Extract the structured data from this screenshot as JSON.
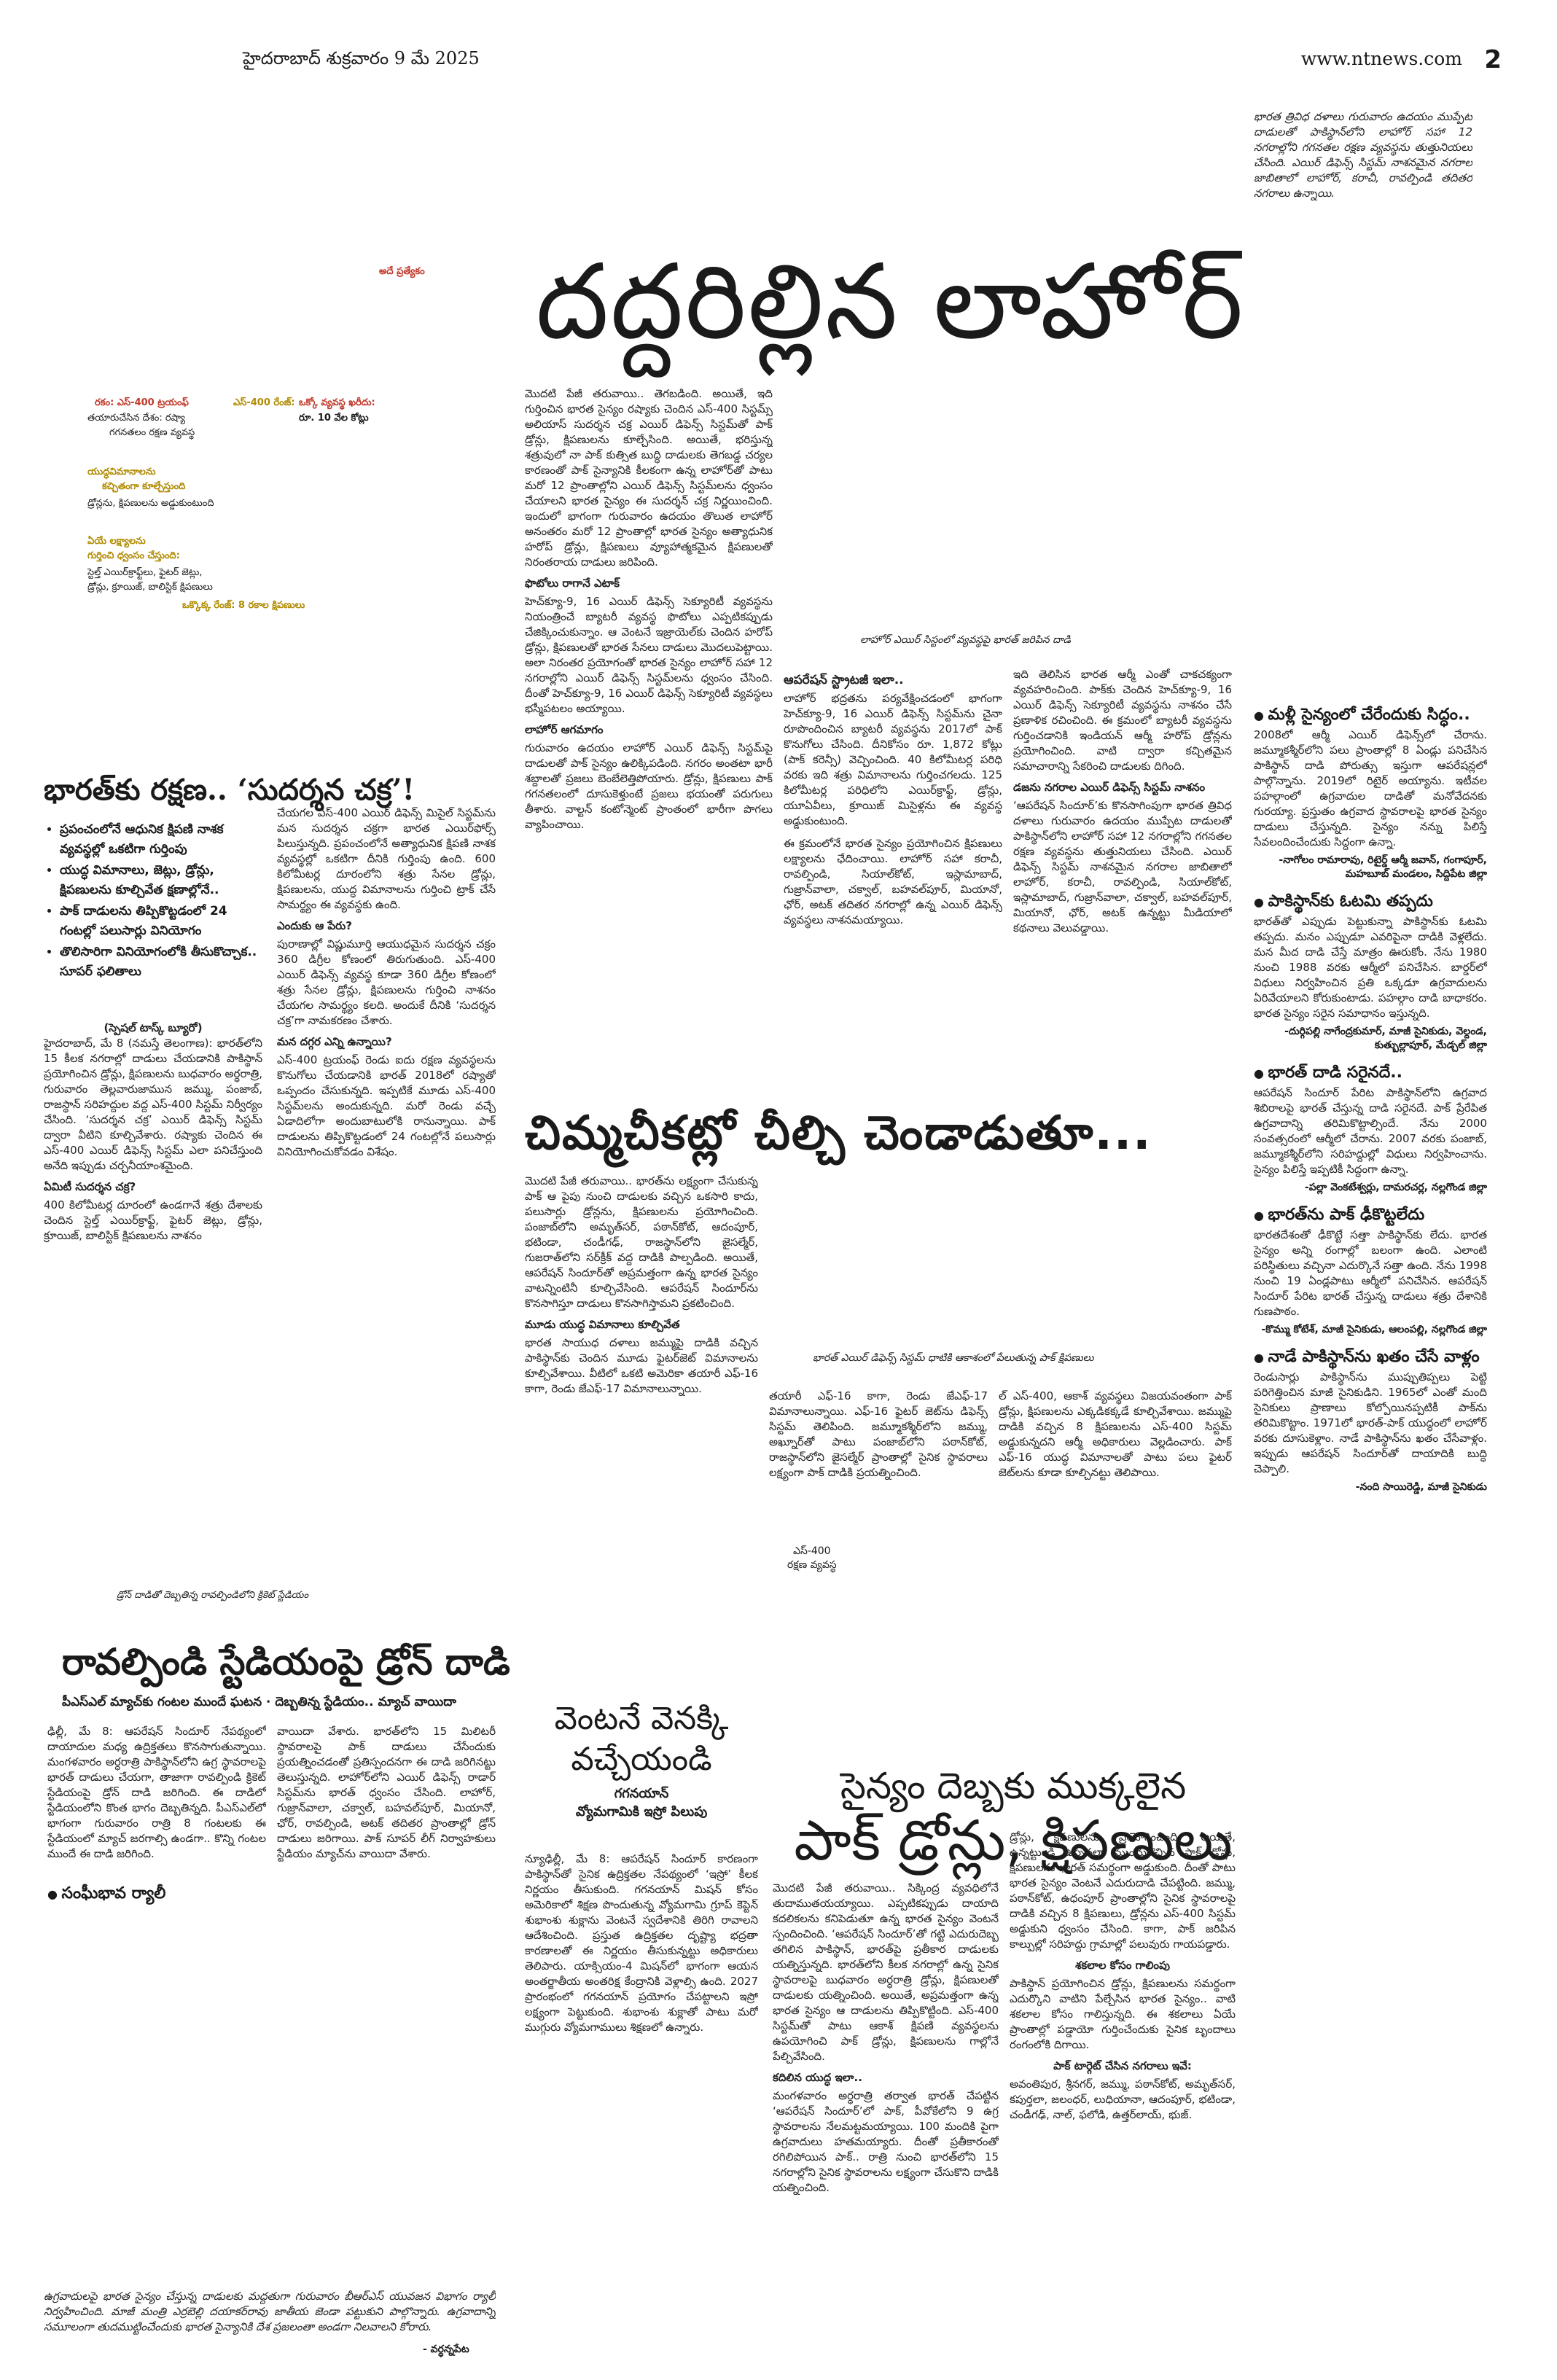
{
  "masthead": {
    "date_line": "హైదరాబాద్ శుక్రవారం 9 మే 2025",
    "website": "www.ntnews.com",
    "page_number": "2"
  },
  "top_right_summary": "భారత త్రివిధ దళాలు గురువారం ఉదయం ముప్పేట దాడులతో పాకిస్థాన్‌లోని లాహోర్ సహా 12 నగరాల్లోని గగనతల రక్షణ వ్యవస్థను తుత్తునియలు చేసింది. ఎయిర్ డిఫెన్స్ సిస్టమ్ నాశనమైన నగరాల జాబితాలో లాహోర్, కరాచీ, రావల్పిండి తదితర నగరాలు ఉన్నాయి.",
  "main_story": {
    "kicker": "అదే ప్రత్యేకం",
    "headline": "దద్దరిల్లిన లాహోర్",
    "photo_caption": "లాహోర్ ఎయిర్ సిస్టంలో వ్యవస్థపై భారత్ జరిపిన దాడి",
    "infobox": {
      "label1": "రకం: ఎస్‌-400 ట్రయంఫ్",
      "line1": "తయారుచేసిన దేశం: రష్యా",
      "line2": "గగనతలం రక్షణ వ్యవస్థ",
      "label2": "ఎస్‌-400 రేంజ్:",
      "label3": "ఒక్కో వ్యవస్థ ఖరీదు:",
      "value3": "రూ. 10 వేల కోట్లు",
      "label4": "యుద్ధవిమానాలను",
      "line4": "కచ్చితంగా కూల్చేస్తుంది",
      "line5": "డ్రోన్లను, క్షిపణులను అడ్డుకుంటుంది",
      "label6": "ఏయే లక్ష్యాలను",
      "label7": "గుర్తించి ధ్వంసం చేస్తుంది:",
      "line6": "స్టెల్త్ ఎయిర్‌క్రాఫ్ట్‌లు, ఫైటర్ జెట్లు,",
      "line7": "డ్రోన్లు, క్రూయిజ్, బాలిస్టిక్ క్షిపణులు",
      "label8": "ఒక్కొక్క రేంజ్: 8 రకాల క్షిపణులు"
    },
    "col1": "మొదటి పేజీ తరువాయి.. తెగబడింది. అయితే, ఇది గుర్తించిన భారత సైన్యం రష్యాకు చెందిన ఎస్‌-400 సిస్టమ్స్ అలియాస్ సుదర్శన చక్ర ఎయిర్ డిఫెన్స్ సిస్టమ్‌తో పాక్ డ్రోన్లు, క్షిపణులను కూల్చేసింది. అయితే, భరిస్తున్న శత్రువులో నా పాక్ కుత్సిత బుద్ధి దాడులకు తెగబడ్డ చర్యల కారణంతో పాక్ సైన్యానికి కీలకంగా ఉన్న లాహోర్‌తో పాటు మరో 12 ప్రాంతాల్లోని ఎయిర్ డిఫెన్స్ సిస్టమ్‌లను ధ్వంసం చేయాలని భారత సైన్యం ఈ సుదర్శన్ చక్ర నిర్ణయించింది. ఇందులో భాగంగా గురువారం ఉదయం తొలుత లాహోర్ అనంతరం మరో 12 ప్రాంతాల్లో భారత సైన్యం అత్యాధునిక హరోప్ డ్రోన్లు, క్షిపణులు వ్యూహాత్మకమైన క్షిపణులతో నిరంతరాయ దాడులు జరిపింది.",
    "col1_sub": "ఫొటోలు రాగానే ఎటాక్",
    "col1b": "హెచ్‌క్యూ-9, 16 ఎయిర్ డిఫెన్స్ సెక్యూరిటీ వ్యవస్థను నియంత్రించే బ్యాటరీ వ్యవస్థ ఫొటోలు ఎప్పటికప్పుడు చేజిక్కించుకున్నాం. ఆ వెంటనే ఇజ్రాయెల్‌కు చెందిన హరోప్ డ్రోన్లు, క్షిపణులతో భారత సేనలు దాడులు మొదలుపెట్టాయి. అలా నిరంతర ప్రయోగంతో భారత సైన్యం లాహోర్ సహా 12 నగరాల్లోని ఎయిర్ డిఫెన్స్ సిస్టమ్‌లను ధ్వంసం చేసింది. దీంతో హెచ్‌క్యూ-9, 16 ఎయిర్ డిఫెన్స్ సెక్యూరిటీ వ్యవస్థలు భస్మీపటలం అయ్యాయి.",
    "col1_sub2": "లాహోర్ ఆగమాగం",
    "col1c": "గురువారం ఉదయం లాహోర్ ఎయిర్ డిఫెన్స్ సిస్టమ్‌పై దాడులతో పాక్ సైన్యం ఉలిక్కిపడింది. నగరం అంతటా భారీ శబ్దాలతో ప్రజలు బెంబేలెత్తిపోయారు. డ్రోన్లు, క్షిపణులు పాక్ గగనతలంలో దూసుకెళ్తుంటే ప్రజలు భయంతో పరుగులు తీశారు. వాల్టన్ కంటోన్మెంట్ ప్రాంతంలో భారీగా పొగలు వ్యాపించాయి.",
    "col2_head": "ఆపరేషన్ స్ట్రాటజీ ఇలా..",
    "col2": "లాహోర్ భద్రతను పర్యవేక్షించడంలో భాగంగా హెచ్‌క్యూ-9, 16 ఎయిర్ డిఫెన్స్ సిస్టమ్‌ను చైనా రూపొందించిన బ్యాటరీ వ్యవస్థను 2017లో పాక్ కొనుగోలు చేసింది. దీనికోసం రూ. 1,872 కోట్లు (పాక్ కరెన్సీ) వెచ్చించింది. 40 కిలోమీటర్ల పరిధి వరకు ఇది శత్రు విమానాలను గుర్తించగలదు. 125 కిలోమీటర్ల పరిధిలోని ఎయిర్‌క్రాఫ్ట్, డ్రోన్లు, యూఏవీలు, క్రూయిజ్ మిసైళ్లను ఈ వ్యవస్థ అడ్డుకుంటుంది.",
    "col2b": "ఇది తెలిసిన భారత ఆర్మీ ఎంతో చాకచక్యంగా వ్యవహరించింది. పాక్‌కు చెందిన హెచ్‌క్యూ-9, 16 ఎయిర్ డిఫెన్స్ సెక్యూరిటీ వ్యవస్థను నాశనం చేసే ప్రణాళిక రచించింది. ఈ క్రమంలో బ్యాటరీ వ్యవస్థను గుర్తించడానికి ఇండియన్ ఆర్మీ హరోప్ డ్రోన్లను ప్రయోగించింది. వాటి ద్వారా కచ్చితమైన సమాచారాన్ని సేకరించి దాడులకు దిగింది.",
    "col2c": "ఈ క్రమంలోనే భారత సైన్యం ప్రయోగించిన క్షిపణులు లక్ష్యాలను ఛేదించాయి. లాహోర్ సహా కరాచీ, రావల్పిండి, సియాల్‌కోట్, ఇస్లామాబాద్, గుజ్రాన్‌వాలా, చక్వాల్, బహవల్‌పూర్, మియానో, ఛోర్, అటక్ తదితర నగరాల్లో ఉన్న ఎయిర్ డిఫెన్స్ వ్యవస్థలు నాశనమయ్యాయి.",
    "col2_sub": "డజను నగరాల ఎయిర్ డిఫెన్స్ సిస్టమ్ నాశనం",
    "col2d": "‘ఆపరేషన్ సిందూర్’కు కొనసాగింపుగా భారత త్రివిధ దళాలు గురువారం ఉదయం ముప్పేట దాడులతో పాకిస్థాన్‌లోని లాహోర్ సహా 12 నగరాల్లోని గగనతల రక్షణ వ్యవస్థను తుత్తునియలు చేసింది. ఎయిర్ డిఫెన్స్ సిస్టమ్ నాశనమైన నగరాల జాబితాలో లాహోర్, కరాచీ, రావల్పిండి, సియాల్‌కోట్, ఇస్లామాబాద్, గుజ్రాన్‌వాలా, చక్వాల్, బహవల్‌పూర్, మియానో, ఛోర్, అటక్ ఉన్నట్టు మీడియాలో కథనాలు వెలువడ్డాయి."
  },
  "sudarshan": {
    "headline": "భారత్‌కు రక్షణ.. ‘సుదర్శన చక్ర’!",
    "bullets": [
      "ప్రపంచంలోనే ఆధునిక క్షిపణి నాశక వ్యవస్థల్లో ఒకటిగా గుర్తింపు",
      "యుద్ధ విమానాలు, జెట్లు, డ్రోన్లు, క్షిపణులను కూల్చివేత క్షణాల్లోనే..",
      "పాక్ దాడులను తిప్పికొట్టడంలో 24 గంటల్లో పలుసార్లు వినియోగం",
      "తొలిసారిగా వినియోగంలోకి తీసుకొచ్చాక.. సూపర్ ఫలితాలు"
    ],
    "byline": "(స్పెషల్ టాస్క్ బ్యూరో)",
    "body1": "హైదరాబాద్, మే 8 (నమస్తే తెలంగాణ): భారత్‌లోని 15 కీలక నగరాల్లో దాడులు చేయడానికి పాకిస్థాన్ ప్రయోగించిన డ్రోన్లు, క్షిపణులను బుధవారం అర్ధరాత్రి, గురువారం తెల్లవారుజామున జమ్ము, పంజాబ్, రాజస్థాన్ సరిహద్దుల వద్ద ఎస్-400 సిస్టమ్ నిర్వీర్యం చేసింది. ‘సుదర్శన చక్ర’ ఎయిర్ డిఫెన్స్ సిస్టమ్ ద్వారా వీటిని కూల్చివేశారు. రష్యాకు చెందిన ఈ ఎస్-400 ఎయిర్ డిఫెన్స్ సిస్టమ్ ఎలా పనిచేస్తుంది అనేది ఇప్పుడు చర్చనీయాంశమైంది.",
    "sub1": "ఏమిటీ సుదర్శన చక్ర?",
    "body2": "400 కిలోమీటర్ల దూరంలో ఉండగానే శత్రు దేశాలకు చెందిన స్టెల్త్ ఎయిర్‌క్రాఫ్ట్, ఫైటర్ జెట్లు, డ్రోన్లు, క్రూయిజ్, బాలిస్టిక్ క్షిపణులను నాశనం",
    "body3": "చేయగల ఎస్-400 ఎయిర్ డిఫెన్స్ మిసైల్ సిస్టమ్‌ను మన సుదర్శన చక్రగా భారత ఎయిర్‌ఫోర్స్ పిలుస్తున్నది. ప్రపంచంలోనే అత్యాధునిక క్షిపణి నాశక వ్యవస్థల్లో ఒకటిగా దీనికి గుర్తింపు ఉంది. 600 కిలోమీటర్ల దూరంలోని శత్రు సేనల డ్రోన్లు, క్షిపణులను, యుద్ధ విమానాలను గుర్తించి ట్రాక్ చేసే సామర్థ్యం ఈ వ్యవస్థకు ఉంది.",
    "sub2": "ఎందుకు ఆ పేరు?",
    "body4": "పురాణాల్లో విష్ణుమూర్తి ఆయుధమైన సుదర్శన చక్రం 360 డిగ్రీల కోణంలో తిరుగుతుంది. ఎస్-400 ఎయిర్ డిఫెన్స్ వ్యవస్థ కూడా 360 డిగ్రీల కోణంలో శత్రు సేనల డ్రోన్లు, క్షిపణులను గుర్తించి నాశనం చేయగల సామర్థ్యం కలది. అందుకే దీనికి ‘సుదర్శన చక్ర’గా నామకరణం చేశారు.",
    "sub3": "మన దగ్గర ఎన్ని ఉన్నాయి?",
    "body5": "ఎస్-400 ట్రయంఫ్ రెండు ఐదు రక్షణ వ్యవస్థలను కొనుగోలు చేయడానికి భారత్ 2018లో రష్యాతో ఒప్పందం చేసుకున్నది. ఇప్పటికే మూడు ఎస్-400 సిస్టమ్‌లను అందుకున్నది. మరో రెండు వచ్చే ఏడాదిలోగా అందుబాటులోకి రానున్నాయి. పాక్ దాడులను తిప్పికొట్టడంలో 24 గంటల్లోనే పలుసార్లు వినియోగించుకోవడం విశేషం."
  },
  "chimma": {
    "headline": "చిమ్మచీకట్లో చీల్చి చెండాడుతూ...",
    "col1": "మొదటి పేజీ తరువాయి.. భారత్‌ను లక్ష్యంగా చేసుకున్న పాక్ ఆ పైపు నుంచి దాడులకు వచ్చిన ఒకసారి కాదు, పలుసార్లు డ్రోన్లను, క్షిపణులను ప్రయోగించింది. పంజాబ్‌లోని అమృత్‌సర్, పఠాన్‌కోట్, ఆదంపూర్, భటిండా, చండీగఢ్, రాజస్థాన్‌లోని జైసల్మేర్, గుజరాత్‌లోని సర్‌క్రీక్ వద్ద దాడికి పాల్పడింది. అయితే, ఆపరేషన్ సిందూర్‌తో అప్రమత్తంగా ఉన్న భారత సైన్యం వాటన్నింటినీ కూల్చివేసింది. ఆపరేషన్ సిందూర్‌ను కొనసాగిస్తూ దాడులు కొనసాగిస్తామని ప్రకటించింది.",
    "col1_sub": "మూడు యుద్ధ విమానాలు కూల్చివేత",
    "col1b": "భారత సాయుధ దళాలు జమ్ముపై దాడికి వచ్చిన పాకిస్థాన్‌కు చెందిన మూడు ఫైటర్‌జెట్ విమానాలను కూల్చివేశాయి. వీటిలో ఒకటి అమెరికా తయారీ ఎఫ్-16 కాగా, రెండు జేఎఫ్-17 విమానాలున్నాయి.",
    "caption": "భారత్ ఎయిర్ డిఫెన్స్ సిస్టమ్ ధాటికి ఆకాశంలో పేలుతున్న పాక్ క్షిపణులు",
    "col2": "తయారీ ఎఫ్-16 కాగా, రెండు జేఎఫ్-17 విమానాలున్నాయి. ఎఫ్-16 ఫైటర్ జెట్‌ను డిఫెన్స్ సిస్టమ్ తెలిపింది. జమ్మూకశ్మీర్‌లోని జమ్ము, అఖ్నూర్‌తో పాటు పంజాబ్‌లోని పఠాన్‌కోట్, రాజస్థాన్‌లోని జైసల్మేర్ ప్రాంతాల్లో సైనిక స్థావరాలు లక్ష్యంగా పాక్ దాడికి ప్రయత్నించింది.",
    "col3": "ల్ ఎస్-400, ఆకాశ్ వ్యవస్థలు విజయవంతంగా పాక్ డ్రోన్లు, క్షిపణులను ఎక్కడికక్కడే కూల్చివేశాయి. జమ్ముపై దాడికి వచ్చిన 8 క్షిపణులను ఎస్-400 సిస్టమ్ అడ్డుకున్నదని ఆర్మీ అధికారులు వెల్లడించారు. పాక్ ఎఫ్-16 యుద్ధ విమానాలతో పాటు పలు ఫైటర్ జెట్‌లను కూడా కూల్చినట్టు తెలిపాయి.",
    "s400_label1": "ఎస్‌-400",
    "s400_label2": "రక్షణ వ్యవస్థ"
  },
  "right_column": {
    "items": [
      {
        "head": "మళ్లీ సైన్యంలో చేరేందుకు సిద్ధం..",
        "body": "2008లో ఆర్మీ ఎయిర్ డిఫెన్స్‌లో చేరాను. జమ్మూకశ్మీర్‌లోని పలు ప్రాంతాల్లో 8 ఏండ్లు పనిచేసిన పాకిస్థాన్ దాడి పోరుత్సు ఇస్తుగా ఆపరేషన్లలో పాల్గొన్నాను. 2019లో రిటైర్ అయ్యాను. ఇటీవల పహల్గాంలో ఉగ్రవాదుల దాడితో మనోవేదనకు గురయ్యా. ప్రస్తుతం ఉగ్రవాద స్థావరాలపై భారత సైన్యం దాడులు చేస్తున్నది. సైన్యం నన్ను పిలిస్తే సేవలందించేందుకు సిద్ధంగా ఉన్నా.",
        "byline": "-నాగోలం రామారావు, రిటైర్డ్ ఆర్మీ జవాన్, గంగాపూర్, మహబూబ్ మండలం, సిద్దిపేట జిల్లా"
      },
      {
        "head": "పాకిస్థాన్‌కు ఓటమి తప్పదు",
        "body": "భారత్‌తో ఎప్పుడు పెట్టుకున్నా పాకిస్థాన్‌కు ఓటమి తప్పదు. మనం ఎప్పుడూ ఎవరిపైనా దాడికి వెళ్లలేదు. మన మీద దాడి చేస్తే మాత్రం ఊరుకోం. నేను 1980 నుంచి 1988 వరకు ఆర్మీలో పనిచేసిన. బార్డర్‌లో విధులు నిర్వహించిన ప్రతి ఒక్కడూ ఉగ్రవాదులను ఏరివేయాలని కోరుకుంటాడు. పహల్గాం దాడి బాధాకరం. భారత సైన్యం సరైన సమాధానం ఇస్తున్నది.",
        "byline": "-దుర్గిపల్లి నాగేంద్రకుమార్, మాజీ సైనికుడు, వెల్దండ, కుత్బుల్లాపూర్, మేడ్చల్ జిల్లా"
      },
      {
        "head": "భారత్ దాడి సరైనదే..",
        "body": "ఆపరేషన్ సిందూర్ పేరిట పాకిస్థాన్‌లోని ఉగ్రవాద శిబిరాలపై భారత్ చేస్తున్న దాడి సరైనదే. పాక్ ప్రేరేపిత ఉగ్రవాదాన్ని తరిమికొట్టాల్సిందే. నేను 2000 సంవత్సరంలో ఆర్మీలో చేరాను. 2007 వరకు పంజాబ్, జమ్మూకశ్మీర్‌లోని సరిహద్దుల్లో విధులు నిర్వహించాను. సైన్యం పిలిస్తే ఇప్పటికీ సిద్ధంగా ఉన్నా.",
        "byline": "-పల్లా వెంకటేశ్వర్లు, దామరచర్ల, నల్లగొండ జిల్లా"
      },
      {
        "head": "భారత్‌ను పాక్ ఢీకొట్టలేదు",
        "body": "భారతదేశంతో ఢీకొట్టే సత్తా పాకిస్థాన్‌కు లేదు. భారత సైన్యం అన్ని రంగాల్లో బలంగా ఉంది. ఎలాంటి పరిస్థితులు వచ్చినా ఎదుర్కొనే సత్తా ఉంది. నేను 1998 నుంచి 19 ఏండ్లపాటు ఆర్మీలో పనిచేసిన. ఆపరేషన్ సిందూర్ పేరిట భారత్ చేస్తున్న దాడులు శత్రు దేశానికి గుణపాఠం.",
        "byline": "-కొమ్ము కోటేశ్, మాజీ సైనికుడు, ఆలంపల్లి, నల్లగొండ జిల్లా"
      },
      {
        "head": "నాడే పాకిస్థాన్‌ను ఖతం చేసే వాళ్లం",
        "body": "రెండుసార్లు పాకిస్థాన్‌ను ముప్పుతిప్పలు పెట్టి పరిగెత్తించిన మాజీ సైనికుడిని. 1965లో ఎంతో మంది సైనికులు ప్రాణాలు కోల్పోయినప్పటికీ పాక్‌ను తరిమికొట్టాం. 1971లో భారత్-పాక్ యుద్ధంలో లాహోర్ వరకు దూసుకెళ్లాం. నాడే పాకిస్థాన్‌ను ఖతం చేసేవాళ్లం. ఇప్పుడు ఆపరేషన్ సిందూర్‌తో దాయాదికి బుద్ధి చెప్పాలి.",
        "byline": "-నంది సాయిరెడ్డి, మాజీ సైనికుడు"
      }
    ]
  },
  "rawalpindi": {
    "kicker": "డ్రోన్ దాడితో దెబ్బతిన్న రావల్పిండిలోని క్రికెట్ స్టేడియం",
    "headline": "రావల్పిండి స్టేడియంపై డ్రోన్ దాడి",
    "subhead": "పీఎస్‌ఎల్ మ్యాచ్‌కు గంటల ముందే ఘటన ∙ దెబ్బతిన్న స్టేడియం.. మ్యాచ్ వాయిదా",
    "body1": "ఢిల్లీ, మే 8: ఆపరేషన్ సిందూర్ నేపథ్యంలో దాయాదుల మధ్య ఉద్రిక్తతలు కొనసాగుతున్నాయి. మంగళవారం అర్ధరాత్రి పాకిస్థాన్‌లోని ఉగ్ర స్థావరాలపై భారత్ దాడులు చేయగా, తాజాగా రావల్పిండి క్రికెట్ స్టేడియంపై డ్రోన్ దాడి జరిగింది. ఈ దాడిలో స్టేడియంలోని కొంత భాగం దెబ్బతిన్నది. పీఎస్‌ఎల్‌లో భాగంగా గురువారం రాత్రి 8 గంటలకు ఈ స్టేడియంలో మ్యాచ్ జరగాల్సి ఉండగా.. కొన్ని గంటల ముందే ఈ దాడి జరిగింది.",
    "body2": "వాయిదా వేశారు. భారత్‌లోని 15 మిలిటరీ స్థావరాలపై పాక్ దాడులు చేసేందుకు ప్రయత్నించడంతో ప్రతిస్పందనగా ఈ దాడి జరిగినట్టు తెలుస్తున్నది. లాహోర్‌లోని ఎయిర్ డిఫెన్స్ రాడార్ సిస్టమ్‌ను భారత్ ధ్వంసం చేసింది. లాహోర్, గుజ్రాన్‌వాలా, చక్వాల్, బహవల్‌పూర్, మియానో, ఛోర్, రావల్పిండి, అటక్ తదితర ప్రాంతాల్లో డ్రోన్ దాడులు జరిగాయి. పాక్ సూపర్ లీగ్ నిర్వాహకులు స్టేడియం మ్యాచ్‌ను వాయిదా వేశారు.",
    "sub2": "సంఘీభావ ర్యాలీ",
    "bottom_note": "ఉగ్రవాదులపై భారత సైన్యం చేస్తున్న దాడులకు మద్దతుగా గురువారం బీఆర్‌ఎస్ యువజన విభాగం ర్యాలీ నిర్వహించింది. మాజీ మంత్రి ఎర్రబెల్లి దయాకర్‌రావు జాతీయ జెండా పట్టుకుని పాల్గొన్నారు. ఉగ్రవాదాన్ని సమూలంగా తుదముట్టించేందుకు భారత సైన్యానికి దేశ ప్రజలంతా అండగా నిలవాలని కోరారు.",
    "bottom_byline": "- వర్ధన్నపేట"
  },
  "ventane": {
    "headline_line1": "వెంటనే వెనక్కి",
    "headline_line2": "వచ్చేయండి",
    "sub1": "గగనయాన్",
    "sub2": "వ్యోమగామికి ఇస్రో పిలుపు",
    "body": "న్యూఢిల్లీ, మే 8: ఆపరేషన్ సిందూర్ కారణంగా పాకిస్థాన్‌తో సైనిక ఉద్రిక్తతల నేపథ్యంలో ‘ఇస్రో’ కీలక నిర్ణయం తీసుకుంది. గగనయాన్ మిషన్ కోసం అమెరికాలో శిక్షణ పొందుతున్న వ్యోమగామి గ్రూప్ కెప్టెన్ శుభాంశు శుక్లాను వెంటనే స్వదేశానికి తిరిగి రావాలని ఆదేశించింది. ప్రస్తుత ఉద్రిక్తతల దృష్ట్యా భద్రతా కారణాలతో ఈ నిర్ణయం తీసుకున్నట్టు అధికారులు తెలిపారు. యాక్సియం-4 మిషన్‌లో భాగంగా ఆయన అంతర్జాతీయ అంతరిక్ష కేంద్రానికి వెళ్లాల్సి ఉంది. 2027 ప్రారంభంలో గగనయాన్ ప్రయోగం చేపట్టాలని ఇస్రో లక్ష్యంగా పెట్టుకుంది. శుభాంశు శుక్లాతో పాటు మరో ముగ్గురు వ్యోమగాములు శిక్షణలో ఉన్నారు."
  },
  "sainyam": {
    "headline_line1": "సైన్యం దెబ్బకు ముక్కలైన",
    "headline_line2": "పాక్ డ్రోన్లు, క్షిపణులు",
    "col1": "మొదటి పేజీ తరువాయి.. సిక్కింద్ర వ్యవధిలోనే తుదాముతయయ్యాయి. ఎప్పటికప్పుడు దాయాది కదలికలను కనిపెడుతూ ఉన్న భారత సైన్యం వెంటనే స్పందించింది. ‘ఆపరేషన్ సిందూర్‌’తో గట్టి ఎదురుదెబ్బ తగిలిన పాకిస్థాన్, భారత్‌పై ప్రతీకార దాడులకు యత్నిస్తున్నది. భారత్‌లోని కీలక నగరాల్లో ఉన్న సైనిక స్థావరాలపై బుధవారం అర్ధరాత్రి డ్రోన్లు, క్షిపణులతో దాడులకు యత్నించింది. అయితే, అప్రమత్తంగా ఉన్న భారత సైన్యం ఆ దాడులను తిప్పికొట్టింది. ఎస్-400 సిస్టమ్‌తో పాటు ఆకాశ్ క్షిపణి వ్యవస్థలను ఉపయోగించి పాక్ డ్రోన్లు, క్షిపణులను గాల్లోనే పేల్చివేసింది.",
    "col1_sub": "కదిలిన యుద్ధ ఇలా..",
    "col1b": "మంగళవారం అర్ధరాత్రి తర్వాత భారత్ చేపట్టిన ‘ఆపరేషన్ సిందూర్‌’లో పాక్, పీవోకేలోని 9 ఉగ్ర స్థావరాలను నేలమట్టమయ్యాయి. 100 మందికి పైగా ఉగ్రవాదులు హతమయ్యారు. దీంతో ప్రతీకారంతో రగిలిపోయిన పాక్.. రాత్రి నుంచి భారత్‌లోని 15 నగరాల్లోని సైనిక స్థావరాలను లక్ష్యంగా చేసుకొని దాడికి యత్నించింది.",
    "col2": "డ్రోన్లు, క్షిపణులను ప్రయోగించింది. అయితే, ఉన్నట్టుండి ఉప్పెనలా ముంచుకొచ్చిన పాక్ డ్రోన్లు, క్షిపణులను భారత్ సమర్థంగా అడ్డుకుంది. దీంతో పాటు భారత సైన్యం వెంటనే ఎదురుదాడి చేపట్టింది. జమ్ము, పఠాన్‌కోట్, ఉధంపూర్ ప్రాంతాల్లోని సైనిక స్థావరాలపై దాడికి వచ్చిన 8 క్షిపణులు, డ్రోన్లను ఎస్-400 సిస్టమ్ అడ్డుకుని ధ్వంసం చేసింది. కాగా, పాక్ జరిపిన కాల్పుల్లో సరిహద్దు గ్రామాల్లో పలువురు గాయపడ్డారు.",
    "col2_sub": "శకలాల కోసం గాలింపు",
    "col2b": "పాకిస్థాన్ ప్రయోగించిన డ్రోన్లు, క్షిపణులను సమర్థంగా ఎదుర్కొని వాటిని పేల్చేసిన భారత సైన్యం.. వాటి శకలాల కోసం గాలిస్తున్నది. ఈ శకలాలు ఏయే ప్రాంతాల్లో పడ్డాయో గుర్తించేందుకు సైనిక బృందాలు రంగంలోకి దిగాయి.",
    "col2_sub2": "పాక్ టార్గెట్ చేసిన నగరాలు ఇవే:",
    "col2c": "అవంతిపుర, శ్రీనగర్, జమ్ము, పఠాన్‌కోట్, అమృత్‌సర్, కపుర్తలా, జలంధర్, లుధియానా, ఆదంపూర్, భటిండా, చండీగఢ్, నాల్, ఫలోడి, ఉత్తర్‌లాయ్, భుజ్."
  }
}
